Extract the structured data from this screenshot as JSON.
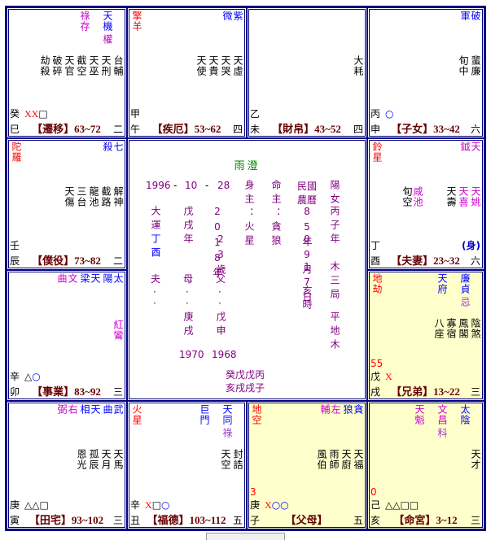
{
  "center": {
    "name": "雨澄",
    "solar_date": [
      "1996",
      "-",
      "10",
      "-",
      "28"
    ],
    "shen_zhu": "身主：火星",
    "ming_zhu": "命主：貪狼",
    "lunar_label": "民國農曆",
    "lunar_year": "85年",
    "lunar_month": "09月",
    "lunar_day": "17日",
    "lunar_hour": "亥時",
    "yinyang_gender": "陽女",
    "ganzhi_year": "丙子年",
    "ju": "木三局",
    "nayin": "平地木",
    "dayun_label": "大運",
    "dayun_ganzhi": "丁酉",
    "liunian_ganzhi": "戊戌年",
    "liunian_year": "2018年",
    "age": "23歲",
    "husband_label": "夫",
    "mother_label": "母",
    "father_label": "父",
    "mother_ganzhi": "庚戌",
    "father_ganzhi": "戊申",
    "mother_year": "1970",
    "father_year": "1968",
    "bazi_stems": "癸戊戊丙",
    "bazi_branches": "亥戌戌子"
  },
  "palaces": [
    {
      "id": "si",
      "stem": "癸",
      "branch": "巳",
      "name": "【遷移】63~72",
      "num": "二",
      "marks_x": "XX",
      "marks_rest": "□",
      "marks_o": "",
      "main": [
        {
          "t": "天機",
          "c": "blue",
          "hua": "權",
          "hc": "mag"
        },
        {
          "t": "祿存",
          "c": "mag"
        }
      ],
      "left": [],
      "minor": [
        "台輔",
        "天刑",
        "天巫",
        "截空",
        "天官",
        "破碎",
        "劫殺"
      ],
      "hl": false
    },
    {
      "id": "wu",
      "stem": "甲",
      "branch": "午",
      "name": "【疾厄】53~62",
      "num": "四",
      "marks_x": "",
      "marks_rest": "",
      "marks_o": "",
      "main": [
        {
          "t": "紫微",
          "c": "blue"
        }
      ],
      "left": [
        {
          "t": "擎羊",
          "c": "red"
        }
      ],
      "minor": [
        "天虛",
        "天哭",
        "天貴",
        "天使"
      ],
      "hl": false
    },
    {
      "id": "wei",
      "stem": "乙",
      "branch": "未",
      "name": "【財帛】43~52",
      "num": "四",
      "marks_x": "",
      "marks_rest": "",
      "marks_o": "",
      "main": [],
      "left": [],
      "minor": [
        "大耗"
      ],
      "hl": false
    },
    {
      "id": "shen",
      "stem": "丙",
      "branch": "申",
      "name": "【子女】33~42",
      "num": "六",
      "marks_x": "",
      "marks_rest": "",
      "marks_o": "○",
      "main": [
        {
          "t": "破軍",
          "c": "blue"
        }
      ],
      "left": [],
      "minor": [
        "蜚廉",
        "旬中"
      ],
      "hl": false
    },
    {
      "id": "chen",
      "stem": "壬",
      "branch": "辰",
      "name": "【僕役】73~82",
      "num": "二",
      "marks_x": "",
      "marks_rest": "",
      "marks_o": "",
      "main": [
        {
          "t": "七殺",
          "c": "blue"
        }
      ],
      "left": [
        {
          "t": "陀羅",
          "c": "red"
        }
      ],
      "minor": [
        "解神",
        "截路",
        "龍池",
        "三台",
        "天傷"
      ],
      "hl": false
    },
    {
      "id": "you",
      "stem": "丁",
      "branch": "酉",
      "name": "【夫妻】23~32",
      "num": "六",
      "marks_x": "",
      "marks_rest": "",
      "marks_o": "",
      "shen": "(身)",
      "main": [
        {
          "t": "天鉞",
          "c": "mag"
        }
      ],
      "left": [
        {
          "t": "鈴星",
          "c": "red"
        }
      ],
      "minor": [
        "天姚",
        "天喜",
        "天壽",
        "旬空"
      ],
      "minor_colors": [
        "mag",
        "mag",
        "black",
        "black"
      ],
      "extra": "咸池",
      "hl": false
    },
    {
      "id": "mao",
      "stem": "辛",
      "branch": "卯",
      "name": "【事業】83~92",
      "num": "三",
      "marks_x": "",
      "marks_rest": "△",
      "marks_o": "○",
      "main": [
        {
          "t": "太陽",
          "c": "blue"
        },
        {
          "t": "天梁",
          "c": "blue"
        },
        {
          "t": "文曲",
          "c": "mag"
        }
      ],
      "left": [],
      "minor": [
        "紅鸞"
      ],
      "minor_colors": [
        "mag"
      ],
      "hl": false
    },
    {
      "id": "xu",
      "stem": "戊",
      "branch": "戌",
      "name": "【兄弟】13~22",
      "num": "三",
      "marks_x": "X",
      "marks_rest": "",
      "marks_o": "",
      "age_num": "55",
      "main": [
        {
          "t": "廉貞",
          "c": "blue",
          "hua": "忌",
          "hc": "purple"
        },
        {
          "t": "天府",
          "c": "blue"
        }
      ],
      "left": [
        {
          "t": "地劫",
          "c": "red"
        }
      ],
      "minor": [
        "陰煞",
        "鳳閣",
        "寡宿",
        "八座"
      ],
      "hl": true
    },
    {
      "id": "yin",
      "stem": "庚",
      "branch": "寅",
      "name": "【田宅】93~102",
      "num": "三",
      "marks_x": "",
      "marks_rest": "△△□",
      "marks_o": "",
      "main": [
        {
          "t": "武曲",
          "c": "blue"
        },
        {
          "t": "天相",
          "c": "blue"
        },
        {
          "t": "右弼",
          "c": "mag"
        }
      ],
      "left": [],
      "minor": [
        "天馬",
        "天月",
        "孤辰",
        "恩光"
      ],
      "hl": false
    },
    {
      "id": "chou",
      "stem": "辛",
      "branch": "丑",
      "name": "【福德】103~112",
      "num": "五",
      "marks_x": "X",
      "marks_rest": "□",
      "marks_o": "○",
      "main": [
        {
          "t": "天同",
          "c": "blue",
          "hua": "祿",
          "hc": "purple"
        },
        {
          "t": "巨門",
          "c": "blue"
        }
      ],
      "left": [
        {
          "t": "火星",
          "c": "red"
        }
      ],
      "minor": [
        "封誥",
        "天空"
      ],
      "hl": false
    },
    {
      "id": "zi",
      "stem": "庚",
      "branch": "子",
      "name": "【父母】",
      "num": "五",
      "marks_x": "X",
      "marks_rest": "",
      "marks_o": "○○",
      "age_num": "3",
      "main": [
        {
          "t": "貪狼",
          "c": "blue"
        },
        {
          "t": "左輔",
          "c": "mag"
        }
      ],
      "left": [
        {
          "t": "地空",
          "c": "red"
        }
      ],
      "minor": [
        "天福",
        "天廚",
        "雨師",
        "風伯"
      ],
      "hl": true
    },
    {
      "id": "hai",
      "stem": "己",
      "branch": "亥",
      "name": "【命宮】3~12",
      "num": "三",
      "marks_x": "",
      "marks_rest": "△△□□",
      "marks_o": "",
      "age_num": "0",
      "main": [
        {
          "t": "太陰",
          "c": "blue"
        },
        {
          "t": "文昌",
          "c": "mag",
          "hua": "科",
          "hc": "purple"
        },
        {
          "t": "天魁",
          "c": "mag"
        }
      ],
      "left": [],
      "minor": [
        "天才"
      ],
      "hl": true
    }
  ]
}
